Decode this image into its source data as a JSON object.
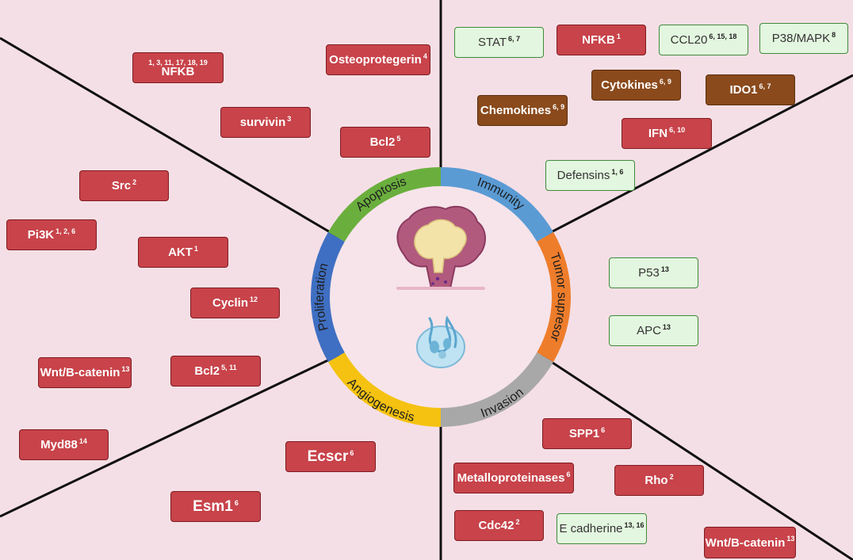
{
  "colors": {
    "background": "#f5dfe6",
    "gene_box_red": "#c8434a",
    "gene_box_brown": "#8a4a1c",
    "gene_box_green": "#e3f6df",
    "apoptosis": "#6aaf3d",
    "immunity": "#5a9bd4",
    "tumor_supresor": "#ee7d2b",
    "invasion": "#a8a8a8",
    "angiogenesis": "#f5c211",
    "proliferation": "#3f6fc2"
  },
  "wheel": {
    "segments": [
      {
        "label": "Apoptosis"
      },
      {
        "label": "Immunity"
      },
      {
        "label": "Tumor supresor"
      },
      {
        "label": "Invasion"
      },
      {
        "label": "Angiogenesis"
      },
      {
        "label": "Proliferation"
      }
    ],
    "icons": [
      "tumor-icon",
      "cell-cluster-icon"
    ]
  },
  "boxes": {
    "osteoprotegerin": {
      "label": "Osteoprotegerin",
      "refs": "4"
    },
    "nfkb_apop": {
      "label": "NFKB",
      "refs": "1, 3, 11, 17, 18, 19"
    },
    "survivin": {
      "label": "survivin",
      "refs": "3"
    },
    "bcl2_apop": {
      "label": "Bcl2",
      "refs": "5"
    },
    "stat": {
      "label": "STAT",
      "refs": "6, 7"
    },
    "nfkb_imm": {
      "label": "NFKB",
      "refs": "1"
    },
    "ccl20": {
      "label": "CCL20",
      "refs": "6, 15, 18"
    },
    "p38": {
      "label": "P38/MAPK",
      "refs": "8"
    },
    "cytokines": {
      "label": "Cytokines",
      "refs": "6, 9"
    },
    "ido1": {
      "label": "IDO1",
      "refs": "6, 7"
    },
    "chemokines": {
      "label": "Chemokines",
      "refs": "6, 9"
    },
    "ifn": {
      "label": "IFN",
      "refs": "6, 10"
    },
    "defensins": {
      "label": "Defensins",
      "refs": "1, 6"
    },
    "src": {
      "label": "Src",
      "refs": "2"
    },
    "pi3k": {
      "label": "Pi3K",
      "refs": "1, 2, 6"
    },
    "akt": {
      "label": "AKT",
      "refs": "1"
    },
    "cyclin": {
      "label": "Cyclin",
      "refs": "12"
    },
    "wnt_prol": {
      "label": "Wnt/B-catenin",
      "refs": "13"
    },
    "bcl2_prol": {
      "label": "Bcl2",
      "refs": "5, 11"
    },
    "p53": {
      "label": "P53",
      "refs": "13"
    },
    "apc": {
      "label": "APC",
      "refs": "13"
    },
    "myd88": {
      "label": "Myd88",
      "refs": "14"
    },
    "ecscr": {
      "label": "Ecscr",
      "refs": "6"
    },
    "esm1": {
      "label": "Esm1",
      "refs": "6"
    },
    "spp1": {
      "label": "SPP1",
      "refs": "6"
    },
    "metallo": {
      "label": "Metalloproteinases",
      "refs": "6"
    },
    "rho": {
      "label": "Rho",
      "refs": "2"
    },
    "cdc42": {
      "label": "Cdc42",
      "refs": "2"
    },
    "ecadherine": {
      "label": "E cadherine",
      "refs": "13, 16"
    },
    "wnt_inv": {
      "label": "Wnt/B-catenin",
      "refs": "13"
    }
  }
}
